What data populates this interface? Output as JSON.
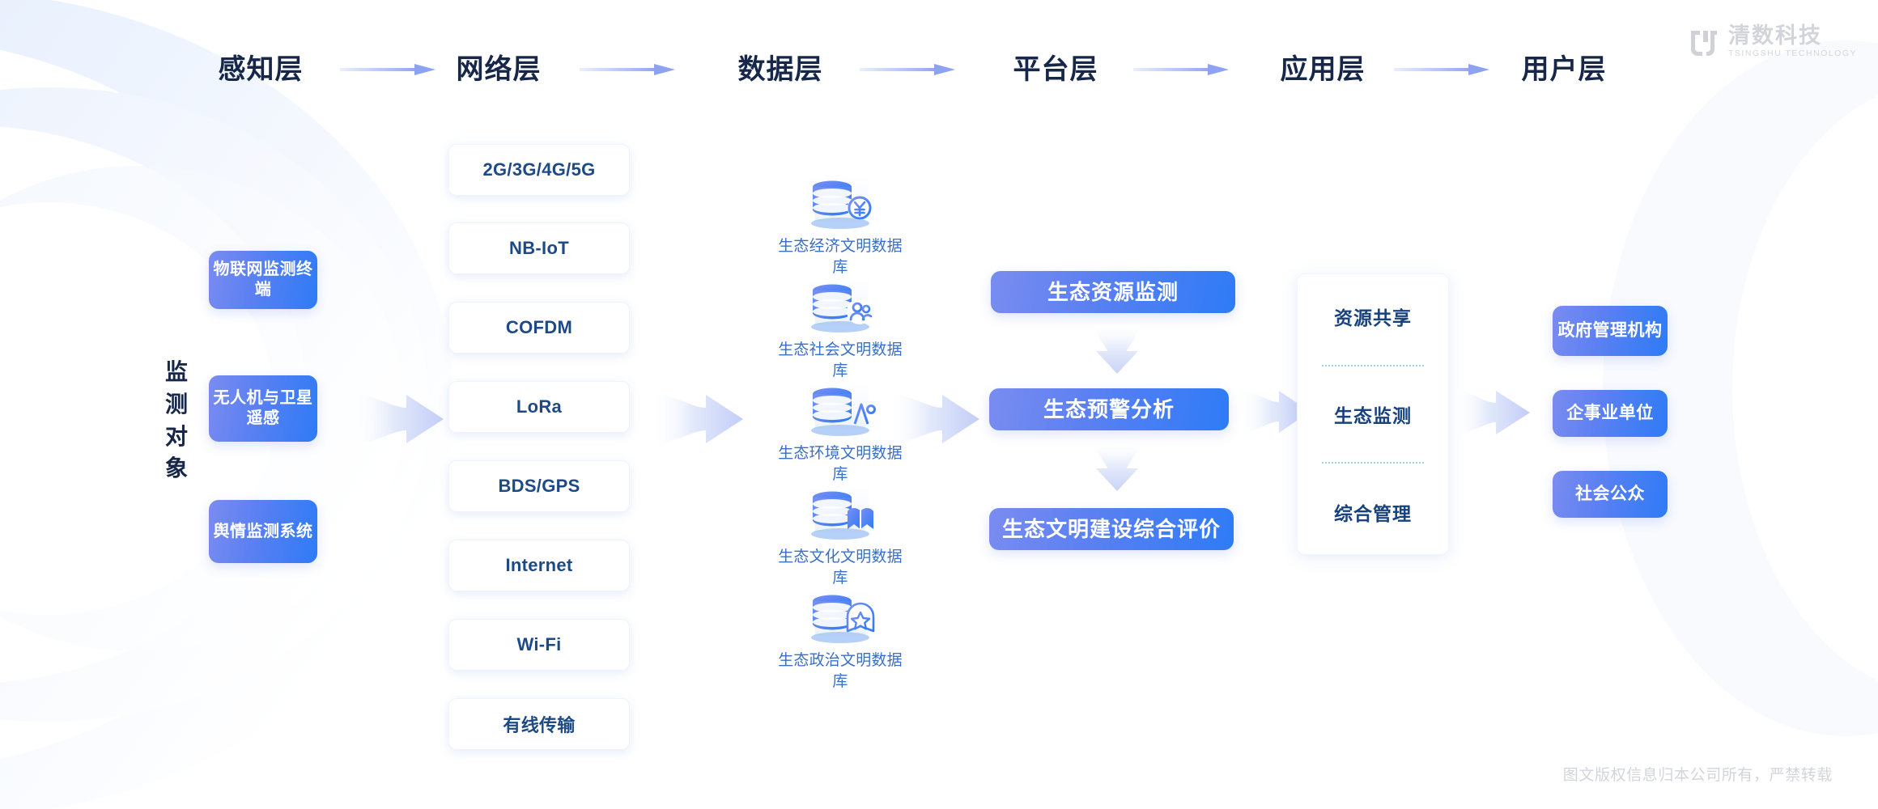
{
  "logo": {
    "cn": "清数科技",
    "en": "TSINGSHU TECHNOLOGY",
    "mark_icon": "tsingshu-logo-mark"
  },
  "header": {
    "layers": [
      {
        "label": "感知层"
      },
      {
        "label": "网络层"
      },
      {
        "label": "数据层"
      },
      {
        "label": "平台层"
      },
      {
        "label": "应用层"
      },
      {
        "label": "用户层"
      }
    ],
    "arrow_icon": "arrow-right-icon"
  },
  "sense_layer": {
    "vertical_label": "监测对象",
    "boxes": [
      {
        "label": "物联网监测终端"
      },
      {
        "label": "无人机与卫星遥感"
      },
      {
        "label": "舆情监测系统"
      }
    ]
  },
  "network_layer": {
    "cards": [
      {
        "label": "2G/3G/4G/5G"
      },
      {
        "label": "NB-IoT"
      },
      {
        "label": "COFDM"
      },
      {
        "label": "LoRa"
      },
      {
        "label": "BDS/GPS"
      },
      {
        "label": "Internet"
      },
      {
        "label": "Wi-Fi"
      },
      {
        "label": "有线传输"
      }
    ]
  },
  "data_layer": {
    "databases": [
      {
        "label": "生态经济文明数据库",
        "icon": "database-economy-icon"
      },
      {
        "label": "生态社会文明数据库",
        "icon": "database-society-icon"
      },
      {
        "label": "生态环境文明数据库",
        "icon": "database-environment-icon"
      },
      {
        "label": "生态文化文明数据库",
        "icon": "database-culture-icon"
      },
      {
        "label": "生态政治文明数据库",
        "icon": "database-politics-icon"
      }
    ]
  },
  "platform_layer": {
    "boxes": [
      {
        "label": "生态资源监测"
      },
      {
        "label": "生态预警分析"
      },
      {
        "label": "生态文明建设综合评价"
      }
    ],
    "arrow_icon": "arrow-down-icon"
  },
  "application_layer": {
    "items": [
      {
        "label": "资源共享"
      },
      {
        "label": "生态监测"
      },
      {
        "label": "综合管理"
      }
    ]
  },
  "user_layer": {
    "boxes": [
      {
        "label": "政府管理机构"
      },
      {
        "label": "企事业单位"
      },
      {
        "label": "社会公众"
      }
    ]
  },
  "flow_arrow_icon": "chevron-arrow-right-icon",
  "footer": {
    "copyright": "图文版权信息归本公司所有，严禁转载"
  },
  "colors": {
    "heading": "#17274a",
    "accent_blue": "#2e7bf6",
    "accent_violet": "#7a8cf0",
    "card_text": "#1d4a86",
    "db_label": "#3c6fc4",
    "muted": "#d2d5dc"
  }
}
